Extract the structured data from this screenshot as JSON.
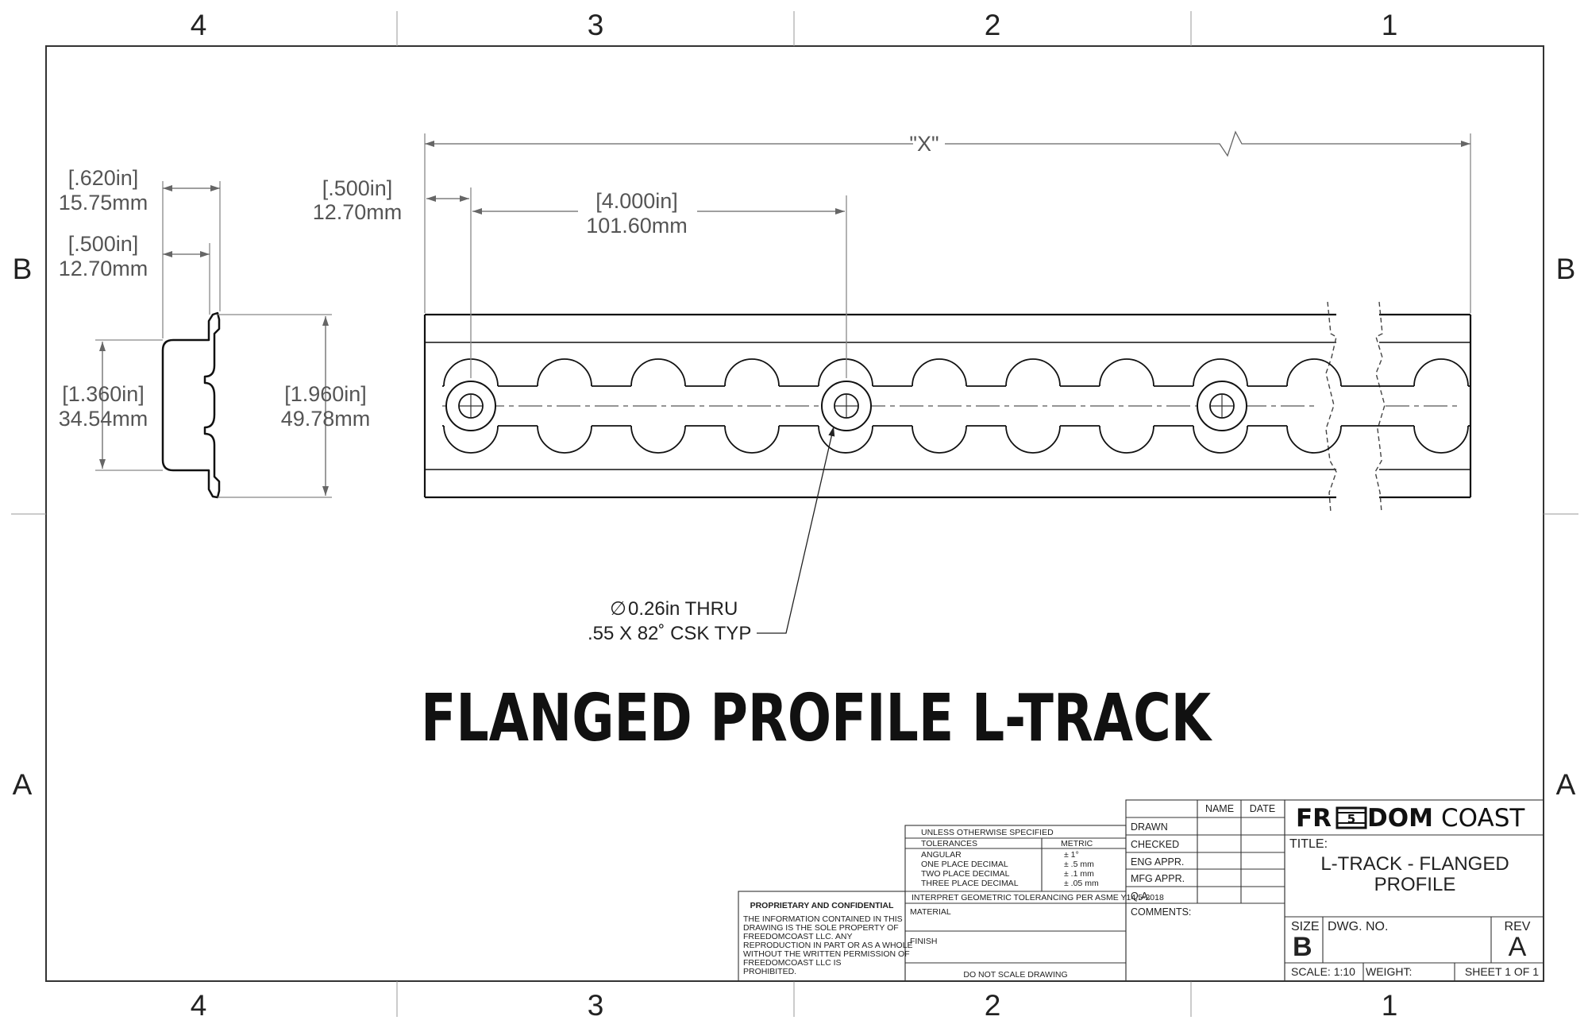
{
  "zones": {
    "columns": [
      "4",
      "3",
      "2",
      "1"
    ],
    "rows": [
      "B",
      "A"
    ]
  },
  "profile_view": {
    "dim_width_flange": {
      "inch": "[.620in]",
      "mm": "15.75mm"
    },
    "dim_width_body": {
      "inch": "[.500in]",
      "mm": "12.70mm"
    },
    "dim_inner_height": {
      "inch": "[1.360in]",
      "mm": "34.54mm"
    },
    "dim_total_height": {
      "inch": "[1.960in]",
      "mm": "49.78mm"
    }
  },
  "top_view": {
    "dim_edge_to_hole": {
      "inch": "[.500in]",
      "mm": "12.70mm"
    },
    "dim_hole_spacing": {
      "inch": "[4.000in]",
      "mm": "101.60mm"
    },
    "dim_overall_length": "\"X\"",
    "hole_callout_line1": "0.26in THRU",
    "hole_callout_line2": ".55 X 82˚ CSK TYP",
    "diameter_symbol": "∅"
  },
  "drawing_title": "FLANGED PROFILE L-TRACK",
  "title_block": {
    "logo_bold_part1": "FR",
    "logo_mark": "5",
    "logo_bold_part2": "DOM",
    "logo_thin_part": "COAST",
    "col_name": "NAME",
    "col_date": "DATE",
    "rows": [
      "DRAWN",
      "CHECKED",
      "ENG APPR.",
      "MFG APPR.",
      "Q.A."
    ],
    "comments_label": "COMMENTS:",
    "title_label": "TITLE:",
    "title_line1": "L-TRACK - FLANGED",
    "title_line2": "PROFILE",
    "size_label": "SIZE",
    "size_value": "B",
    "dwg_no_label": "DWG.  NO.",
    "rev_label": "REV",
    "rev_value": "A",
    "scale_label": "SCALE: 1:10",
    "weight_label": "WEIGHT:",
    "sheet_label": "SHEET 1 OF 1",
    "unless_specified": "UNLESS OTHERWISE SPECIFIED",
    "tolerances_label": "TOLERANCES",
    "metric_label": "METRIC",
    "tolerance_rows": [
      {
        "label": "ANGULAR",
        "value": "± 1°"
      },
      {
        "label": "ONE PLACE DECIMAL",
        "value": "± .5 mm"
      },
      {
        "label": "TWO PLACE DECIMAL",
        "value": "± .1 mm"
      },
      {
        "label": "THREE PLACE DECIMAL",
        "value": "± .05 mm"
      }
    ],
    "gdt_note": "INTERPRET GEOMETRIC TOLERANCING PER ASME Y14.5-2018",
    "material_label": "MATERIAL",
    "finish_label": "FINISH",
    "do_not_scale": "DO NOT SCALE DRAWING",
    "proprietary_heading": "PROPRIETARY AND CONFIDENTIAL",
    "proprietary_lines": [
      "THE INFORMATION CONTAINED IN THIS",
      "DRAWING IS THE SOLE PROPERTY OF",
      "FREEDOMCOAST LLC.  ANY",
      "REPRODUCTION IN PART OR AS A WHOLE",
      "WITHOUT THE WRITTEN PERMISSION OF",
      "FREEDOMCOAST LLC IS",
      "PROHIBITED."
    ]
  }
}
